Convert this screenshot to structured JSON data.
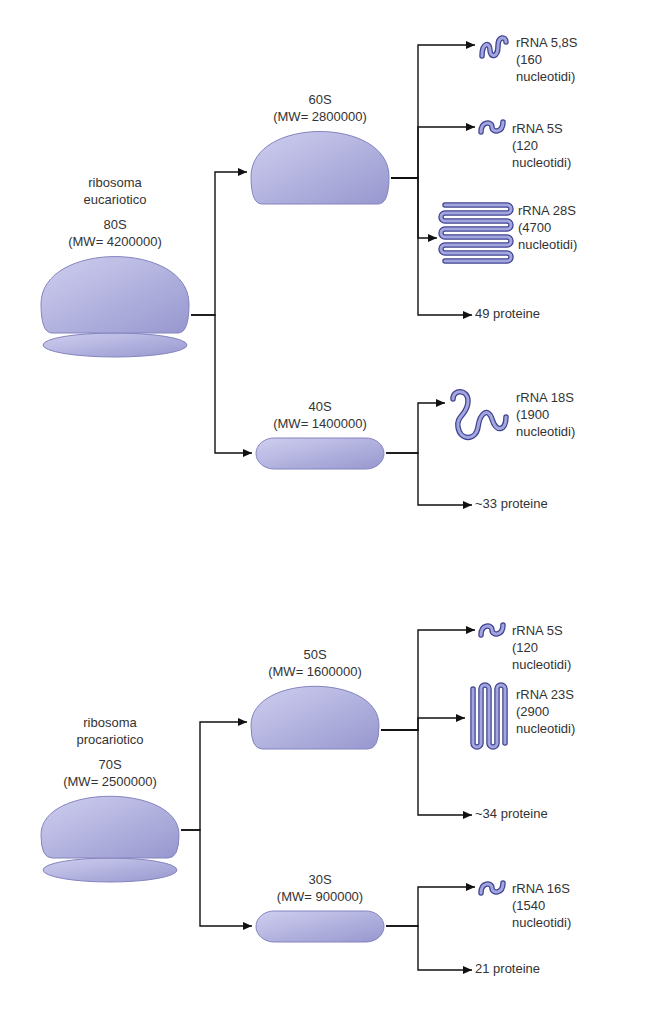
{
  "diagram": {
    "nodes": [
      {
        "text": [
          "ribosoma eucariotico",
          "80S",
          "(MW= 4200000)"
        ]
      },
      {
        "text": [
          "60S",
          "(MW= 2800000)"
        ]
      },
      {
        "text": [
          "40S",
          "(MW= 1400000)"
        ]
      },
      {
        "text": [
          "rRNA 5,8S",
          "(160 nucleotidi)"
        ]
      },
      {
        "text": [
          "rRNA 5S",
          "(120 nucleotidi)"
        ]
      },
      {
        "text": [
          "rRNA 28S",
          "(4700 nucleotidi)"
        ]
      },
      {
        "text": [
          "49 proteine"
        ]
      },
      {
        "text": [
          "rRNA 18S",
          "(1900 nucleotidi)"
        ]
      },
      {
        "text": [
          "~33 proteine"
        ]
      },
      {
        "text": [
          "ribosoma procariotico",
          "70S",
          "(MW= 2500000)"
        ]
      },
      {
        "text": [
          "50S",
          "(MW= 1600000)"
        ]
      },
      {
        "text": [
          "30S",
          "(MW= 900000)"
        ]
      },
      {
        "text": [
          "rRNA 5S",
          "(120 nucleotidi)"
        ]
      },
      {
        "text": [
          "rRNA 23S",
          "(2900 nucleotidi)"
        ]
      },
      {
        "text": [
          "~34 proteine"
        ]
      },
      {
        "text": [
          "rRNA 16S",
          "(1540 nucleotidi)"
        ]
      },
      {
        "text": [
          "21 proteine"
        ]
      }
    ],
    "edges": [
      {
        "from": 0,
        "to": 1,
        "arrow": "to"
      },
      {
        "from": 0,
        "to": 2,
        "arrow": "to"
      },
      {
        "from": 1,
        "to": 3,
        "arrow": "to"
      },
      {
        "from": 1,
        "to": 4,
        "arrow": "to"
      },
      {
        "from": 1,
        "to": 5,
        "arrow": "to"
      },
      {
        "from": 1,
        "to": 6,
        "arrow": "to"
      },
      {
        "from": 2,
        "to": 7,
        "arrow": "to"
      },
      {
        "from": 2,
        "to": 8,
        "arrow": "to"
      },
      {
        "from": 9,
        "to": 10,
        "arrow": "to"
      },
      {
        "from": 9,
        "to": 11,
        "arrow": "to"
      },
      {
        "from": 10,
        "to": 12,
        "arrow": "to"
      },
      {
        "from": 10,
        "to": 13,
        "arrow": "to"
      },
      {
        "from": 10,
        "to": 14,
        "arrow": "to"
      },
      {
        "from": 11,
        "to": 15,
        "arrow": "to"
      },
      {
        "from": 11,
        "to": 16,
        "arrow": "to"
      }
    ]
  }
}
